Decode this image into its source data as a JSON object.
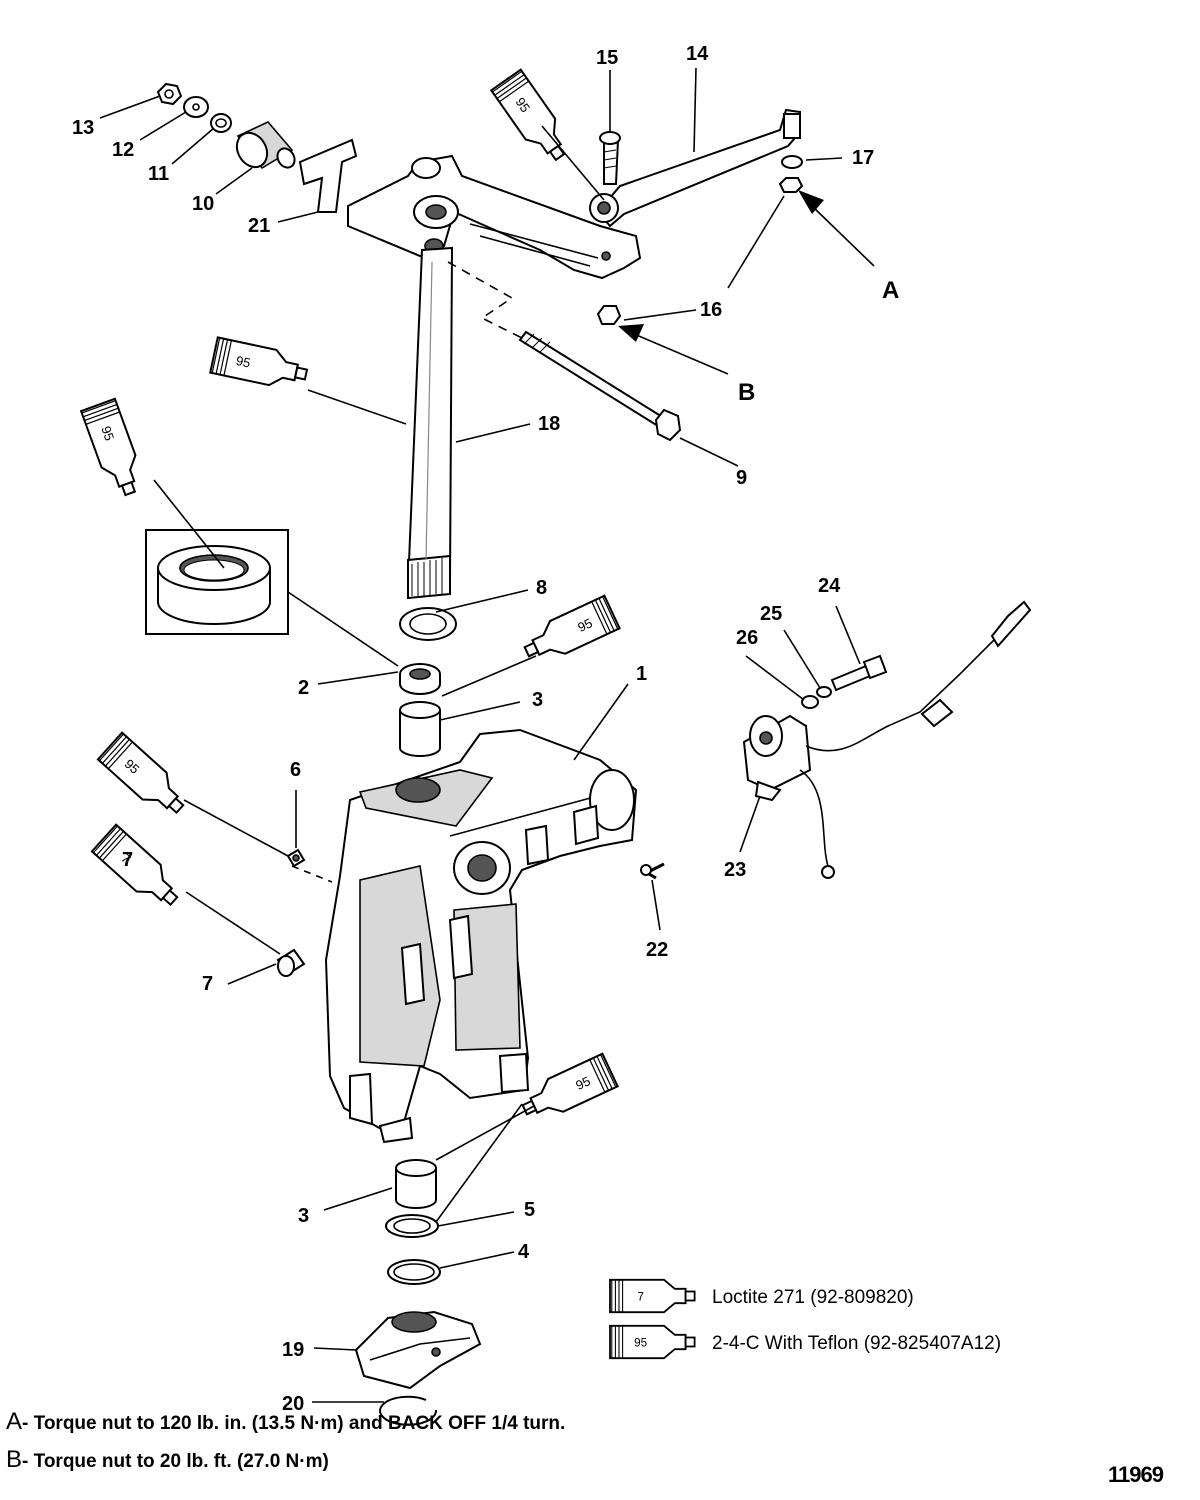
{
  "callouts": [
    "1",
    "2",
    "3",
    "3",
    "4",
    "5",
    "6",
    "7",
    "7",
    "8",
    "9",
    "10",
    "11",
    "12",
    "13",
    "14",
    "15",
    "16",
    "17",
    "18",
    "19",
    "20",
    "21",
    "22",
    "23",
    "24",
    "25",
    "26"
  ],
  "letters": [
    "A",
    "B"
  ],
  "tube_labels": {
    "t95": "95",
    "t7": "7"
  },
  "legend": [
    {
      "tube": "7",
      "text": "Loctite 271 (92-809820)"
    },
    {
      "tube": "95",
      "text": "2-4-C  With Teflon (92-825407A12)"
    }
  ],
  "notes": [
    {
      "key": "A",
      "text": "- Torque nut to 120 lb. in. (13.5 N·m) and BACK OFF 1/4 turn."
    },
    {
      "key": "B",
      "text": "- Torque nut to 20 lb. ft. (27.0 N·m)"
    }
  ],
  "figure_id": "11969"
}
